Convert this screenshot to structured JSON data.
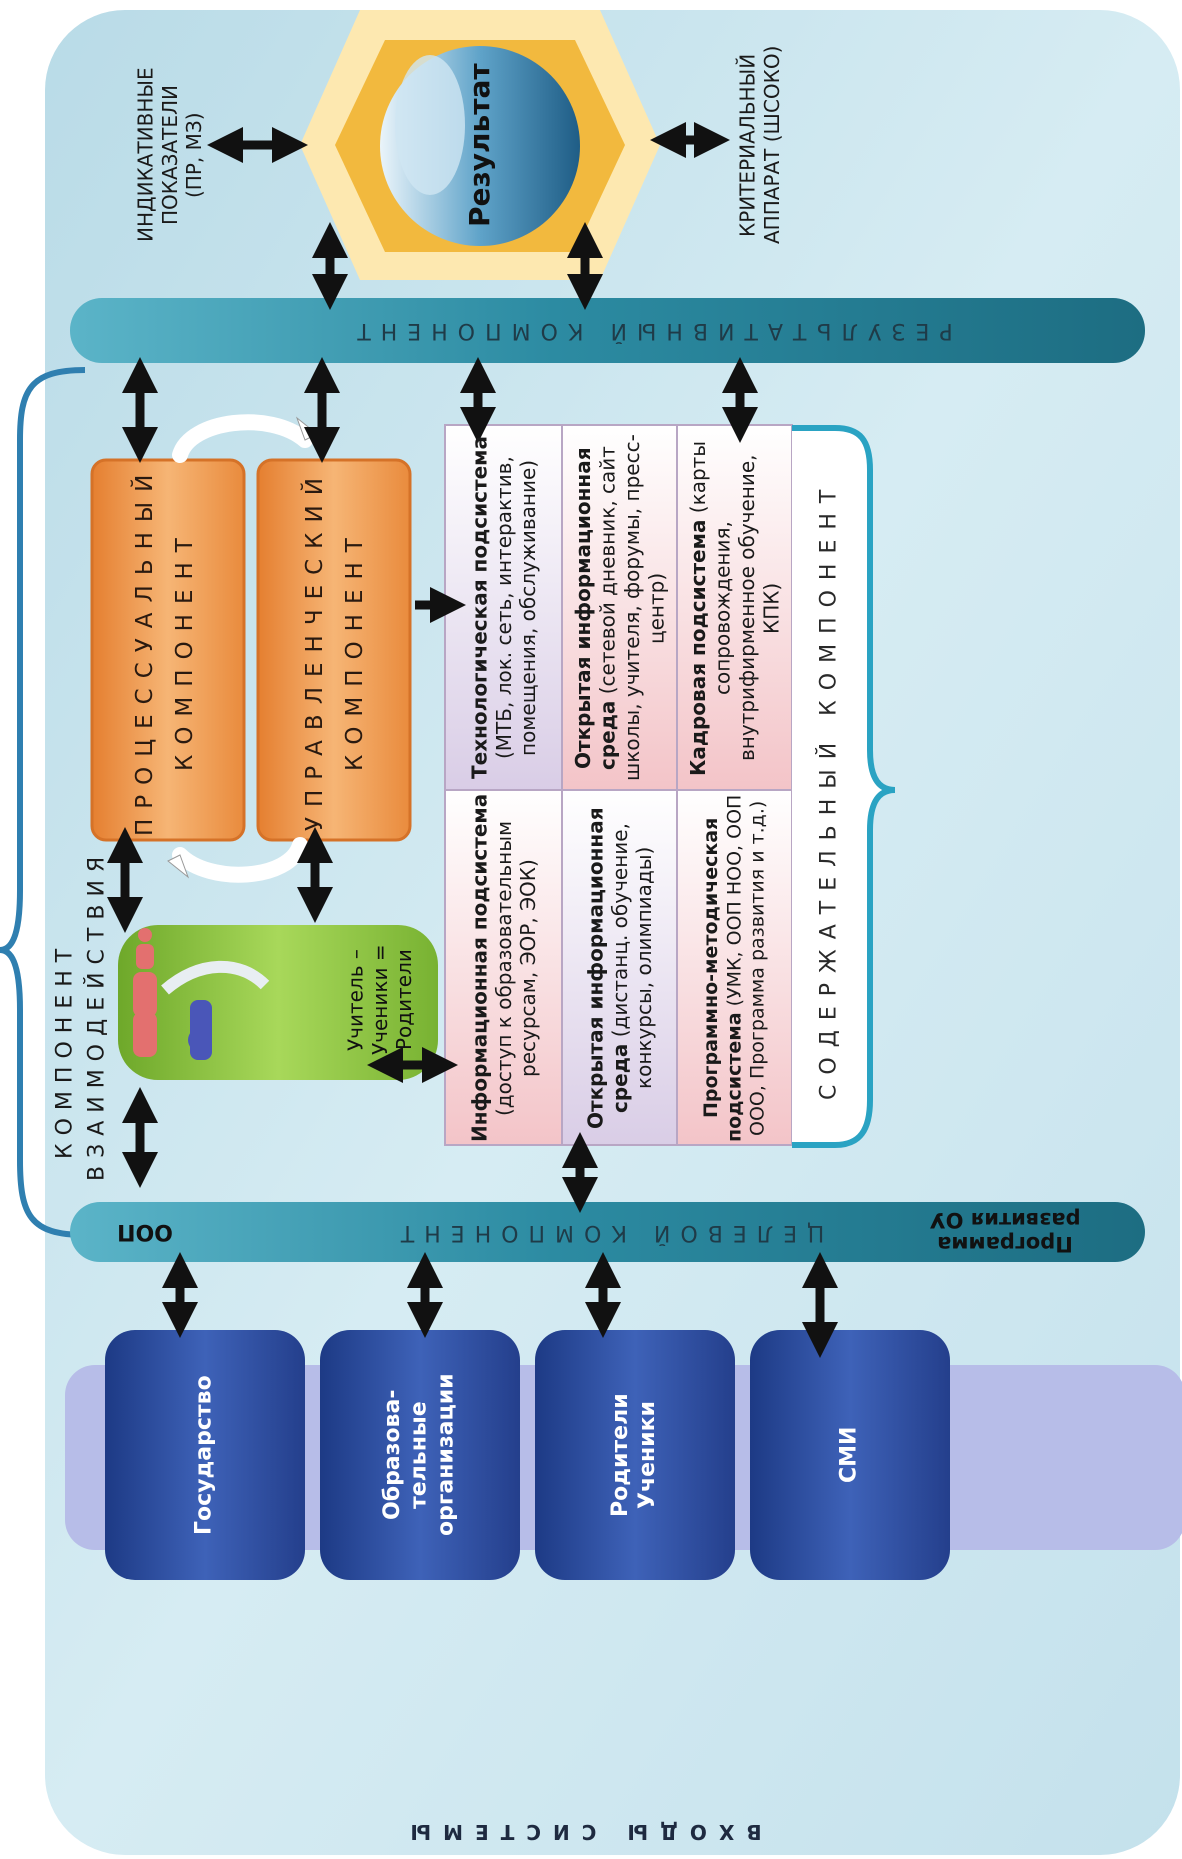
{
  "colors": {
    "panel": "#c9e4ee",
    "tube": "#2f8aa0",
    "orange": "#f0a05a",
    "blue_cyl": "#2e4fa0",
    "green_cyl": "#8ec63f",
    "gold": "#f2c44a",
    "brace": "#2aa3c3"
  },
  "icons": [
    "double-arrow-icon",
    "cycle-arrow-icon",
    "people-icon",
    "globe-icon",
    "brace-icon"
  ],
  "inputs": {
    "label": "ВХОДЫ СИСТЕМЫ",
    "items": [
      "Государство",
      "Образова-\nтельные\nорганизации",
      "Родители\nУченики",
      "СМИ"
    ]
  },
  "target": {
    "label": "ЦЕЛЕВОЙ КОМПОНЕНТ",
    "left_tag": "ООП",
    "right_tag": "Программа\nразвития ОУ"
  },
  "result_tube": {
    "label": "РЕЗУЛЬТАТИВНЫЙ КОМПОНЕНТ"
  },
  "interaction": {
    "label_line1": "КОМПОНЕНТ",
    "label_line2": "ВЗАИМОДЕЙСТВИЯ",
    "cylinder_text": "Учитель –\nУченики =\nРодители"
  },
  "process": {
    "procedural_line1": "ПРОЦЕССУАЛЬНЫЙ",
    "procedural_line2": "КОМПОНЕНТ",
    "managerial_line1": "УПРАВЛЕНЧЕСКИЙ",
    "managerial_line2": "КОМПОНЕНТ"
  },
  "content": {
    "label": "СОДЕРЖАТЕЛЬНЫЙ КОМПОНЕНТ",
    "cells": [
      {
        "title": "Информационная подсистема",
        "text": "(доступ к образовательным ресурсам, ЭОР, ЭОК)"
      },
      {
        "title": "Технологическая подсистема",
        "text": "(МТБ, лок. сеть, интерактив, помещения, обслуживание)"
      },
      {
        "title": "Открытая информационная среда",
        "text": "(дистанц. обучение, конкурсы, олимпиады)"
      },
      {
        "title": "Открытая информационная среда",
        "text": "(сетевой дневник, сайт школы, учителя, форумы, пресс-центр)"
      },
      {
        "title": "Программно-методическая подсистема",
        "text": "(УМК, ООП НОО, ООП ООО, Программа развития и т.д.)"
      },
      {
        "title": "Кадровая подсистема",
        "text": "(карты сопровождения, внутрифирменное обучение, КПК)"
      }
    ]
  },
  "result": {
    "center": "Результат",
    "left_label": "ИНДИКАТИВНЫЕ\nПОКАЗАТЕЛИ\n(ПР, МЗ)",
    "right_label": "КРИТЕРИАЛЬНЫЙ\nАППАРАТ (ШСОКО)"
  }
}
